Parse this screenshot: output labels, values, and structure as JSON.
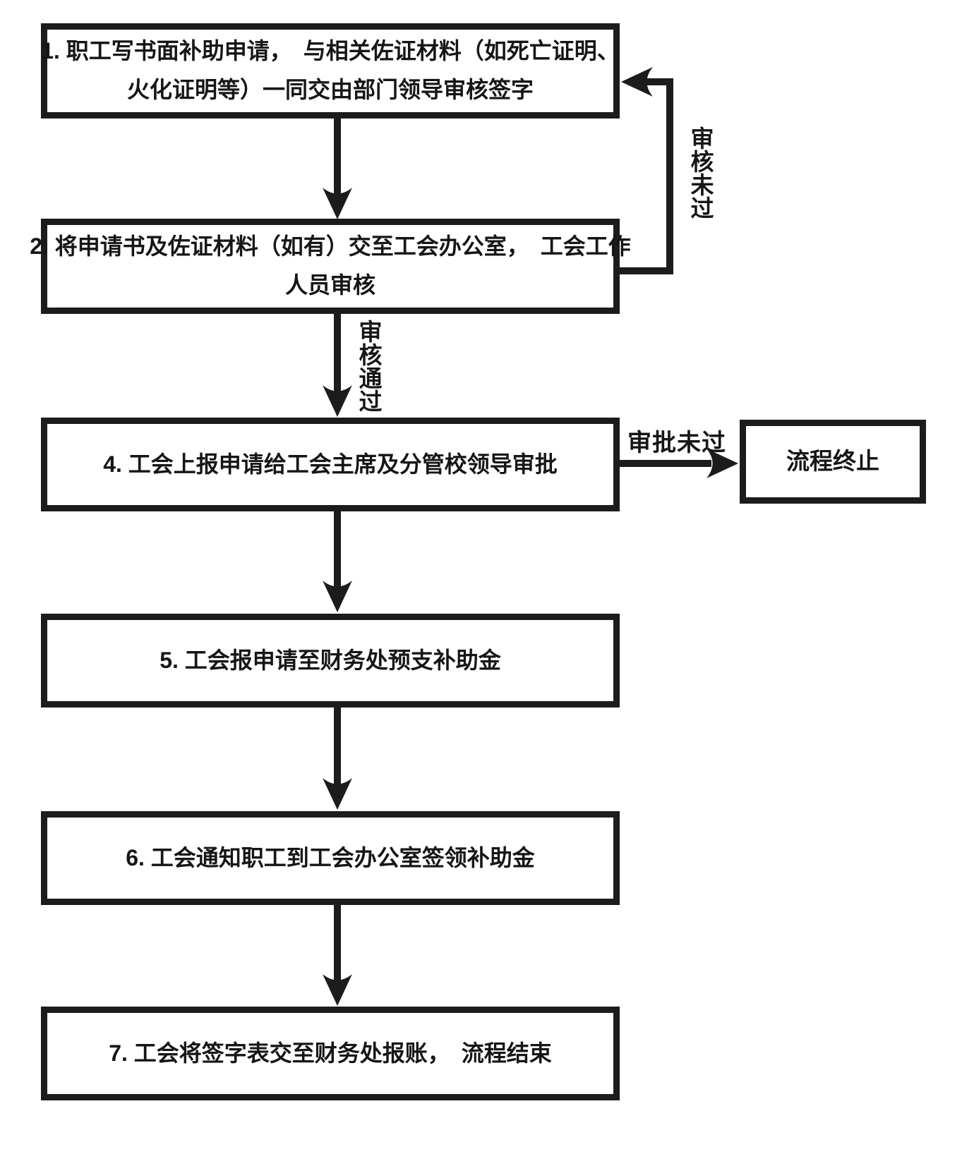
{
  "colors": {
    "ink": "#1c1c1c",
    "background": "#ffffff"
  },
  "flow": {
    "steps": [
      {
        "id": "step-1",
        "lines": [
          "1. 职工写书面补助申请，　与相关佐证材料（如死亡证明、",
          "火化证明等）一同交由部门领导审核签字"
        ]
      },
      {
        "id": "step-2",
        "lines": [
          "2. 将申请书及佐证材料（如有）交至工会办公室，　工会工作",
          "人员审核"
        ]
      },
      {
        "id": "step-4",
        "lines": [
          "4. 工会上报申请给工会主席及分管校领导审批"
        ]
      },
      {
        "id": "step-5",
        "lines": [
          "5. 工会报申请至财务处预支补助金"
        ]
      },
      {
        "id": "step-6",
        "lines": [
          "6. 工会通知职工到工会办公室签领补助金"
        ]
      },
      {
        "id": "step-7",
        "lines": [
          "7. 工会将签字表交至财务处报账，　流程结束"
        ]
      },
      {
        "id": "terminate",
        "lines": [
          "流程终止"
        ]
      }
    ],
    "edge_labels": {
      "review_failed": "审核未过",
      "review_passed": "审核通过",
      "approval_failed": "审批未过"
    }
  }
}
